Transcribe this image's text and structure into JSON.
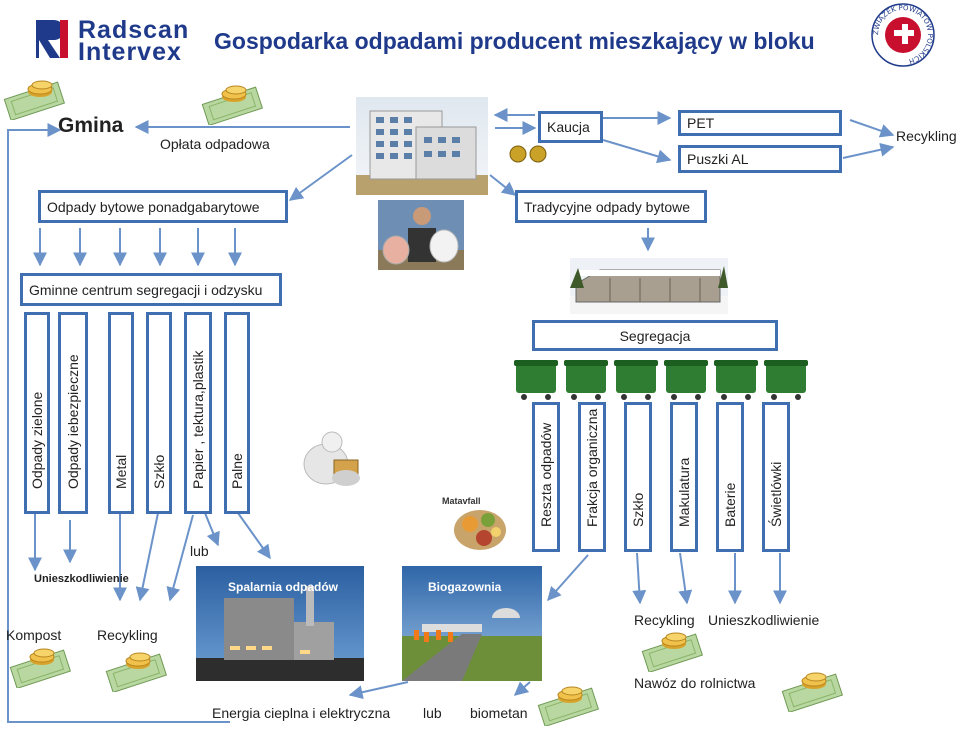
{
  "header": {
    "logo_line1": "Radscan",
    "logo_line2": "Intervex",
    "title": "Gospodarka odpadami producent mieszkający w bloku",
    "seal_text": "ZWIĄZEK POWIATÓW POLSKICH"
  },
  "top": {
    "gmina": "Gmina",
    "oplata": "Opłata odpadowa",
    "kaucja": "Kaucja",
    "pet": "PET",
    "puszki": "Puszki AL",
    "recykling_top": "Recykling"
  },
  "categories": {
    "ponadgabarytowe": "Odpady  bytowe  ponadgabarytowe",
    "tradycyjne": "Tradycyjne odpady bytowe",
    "centrum": "Gminne centrum segregacji i odzysku",
    "segregacja": "Segregacja"
  },
  "left_bins": [
    "Odpady zielone",
    "Odpady iebezpieczne",
    "Metal",
    "Szkło",
    "Papier , tektura,plastik",
    "Palne"
  ],
  "right_bins": [
    "Reszta  odpadów",
    "Frakcja organiczna",
    "Szkło",
    "Makulatura",
    "Baterie",
    "Świetlówki"
  ],
  "photo_labels": {
    "matavfall": "Matavfall",
    "spalarnia": "Spalarnia odpadów",
    "biogazownia": "Biogazownia"
  },
  "bottom": {
    "lub1": "lub",
    "unieszkodliwienie_left": "Unieszkodliwienie",
    "kompost": "Kompost",
    "recykling_left": "Recykling",
    "energia": "Energia cieplna i elektryczna",
    "lub2": "lub",
    "biometan": "biometan",
    "recykling_right": "Recykling",
    "unieszkodliwienie_right": "Unieszkodliwienie",
    "nawoz": "Nawóz do rolnictwa"
  },
  "colors": {
    "box_border": "#3f6fb0",
    "arrow": "#6b93c9",
    "logo_red": "#c8102e",
    "logo_blue": "#1f3a8a",
    "bin_green": "#2e7d32"
  }
}
